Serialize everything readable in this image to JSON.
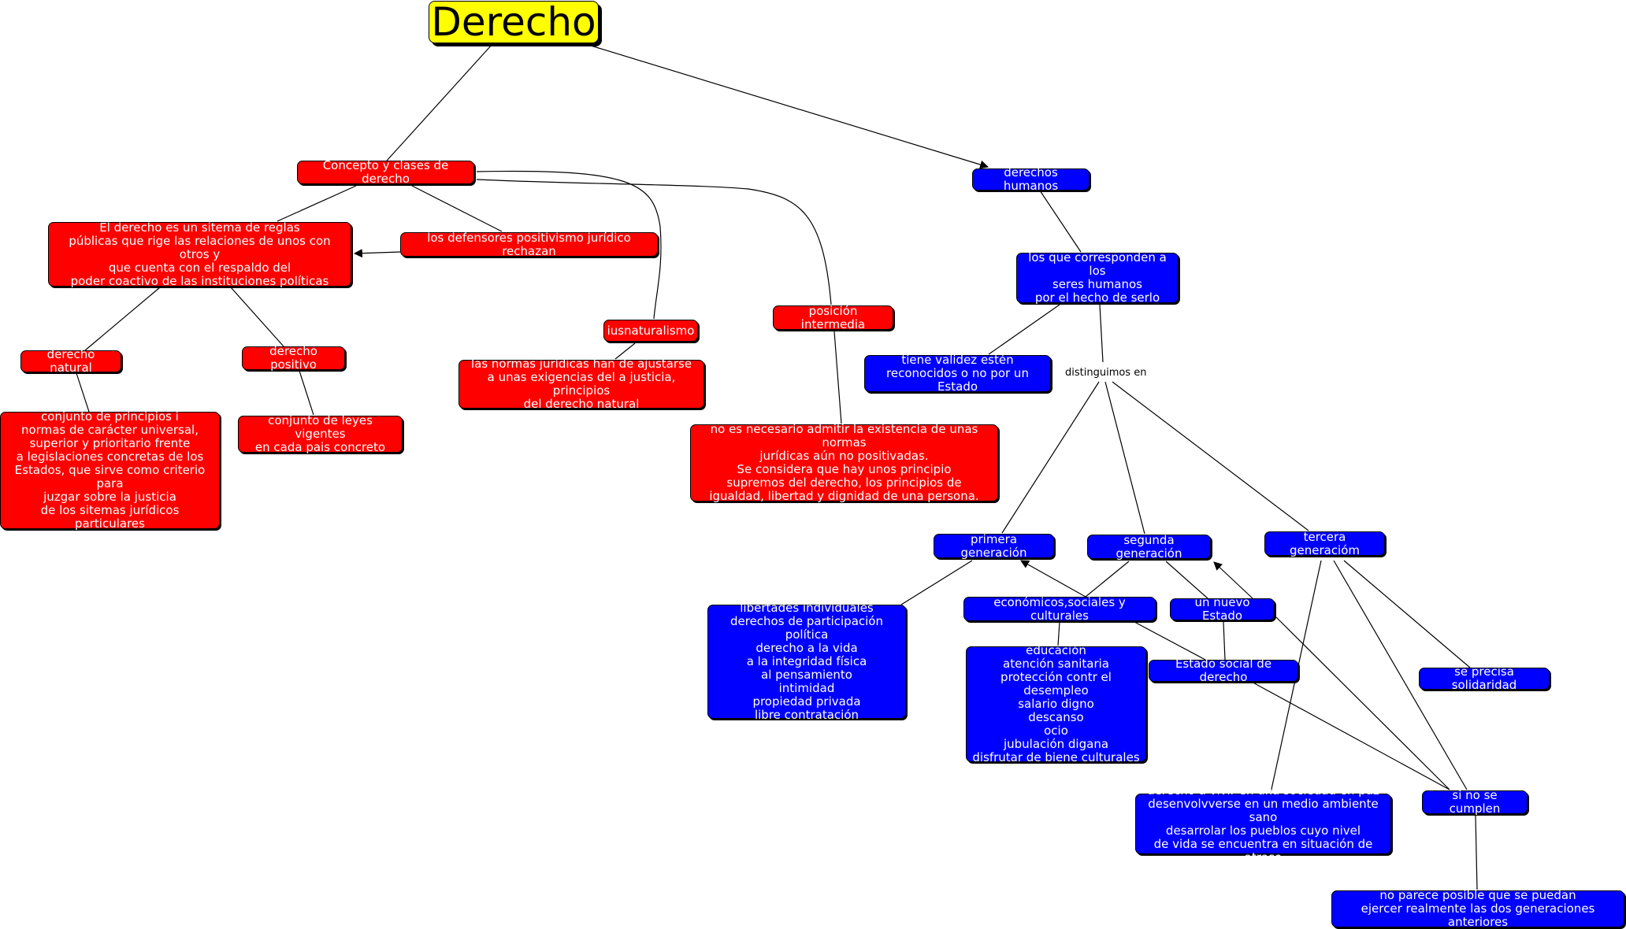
{
  "root": "Derecho",
  "red": {
    "concepto": "Concepto y clases de derecho",
    "definicion": "El derecho es un sitema de reglas\npúblicas que rige las relaciones de unos con otros y\nque cuenta con el respaldo del\npoder coactivo de las instituciones políticas",
    "defensores": "los defensores positivismo jurídico rechazan",
    "natural": "derecho natural",
    "positivo": "derecho positivo",
    "natural_def": "conjunto de principios i\nnormas de carácter universal,\nsuperior y prioritario frente\na legislaciones concretas de los\nEstados, que sirve como criterio para\njuzgar sobre la justicia\nde los sitemas jurídicos\nparticulares",
    "positivo_def": "conjunto  de leyes vigentes\nen cada pais concreto",
    "iusnaturalismo": "iusnaturalismo",
    "normas": "las normas jurídicas han de ajustarse\na unas exigencias del a justicia, principios\ndel derecho natural",
    "intermedia": "posición intermedia",
    "intermedia_def": "no es necesario admitir la existencia de unas normas\njurídicas aún no positivadas.\nSe considera que hay unos principio\nsupremos del derecho, los principios de\nigualdad, libertad y dignidad de una persona."
  },
  "blue": {
    "dh": "derechos humanos",
    "corresponden": "los que corresponden a los\nseres humanos\npor el hecho de serlo",
    "validez": "tiene validez estén\nreconocidos o no por un Estado",
    "primera": "primera generación",
    "segunda": "segunda generación",
    "tercera": "tercera generacióm",
    "libertades": "libertades individuales\nderechos de participación política\nderecho a la vida\na la integridad física\nal pensamiento\nintimidad\npropiedad privada\nlibre contratación",
    "economicos": "económicos,sociales y culturales",
    "nuevo": "un nuevo Estado",
    "estado_social": "Estado social de derecho",
    "educacion": "educación\natención sanitaria\nprotección contr el desempleo\nsalario digno\ndescanso\nocio\njubulación digana\ndisfrutar de biene culturales",
    "solidaridad": "se precisa solidaridad",
    "vivir": "derecho a vivir en una sociedad en paz\ndesenvolvverse en un medio ambiente sano\ndesarrolar los pueblos cuyo nivel\nde vida se encuentra en situación de atraso",
    "no_cumplen": "si no se cumplen",
    "no_posible": "no parece posible que se puedan\nejercer realmente las dos generaciones anteriores"
  },
  "labels": {
    "distinguimos": "distinguimos en"
  },
  "colors": {
    "red": "#ff0000",
    "blue": "#0000ff",
    "root": "#ffff00"
  }
}
